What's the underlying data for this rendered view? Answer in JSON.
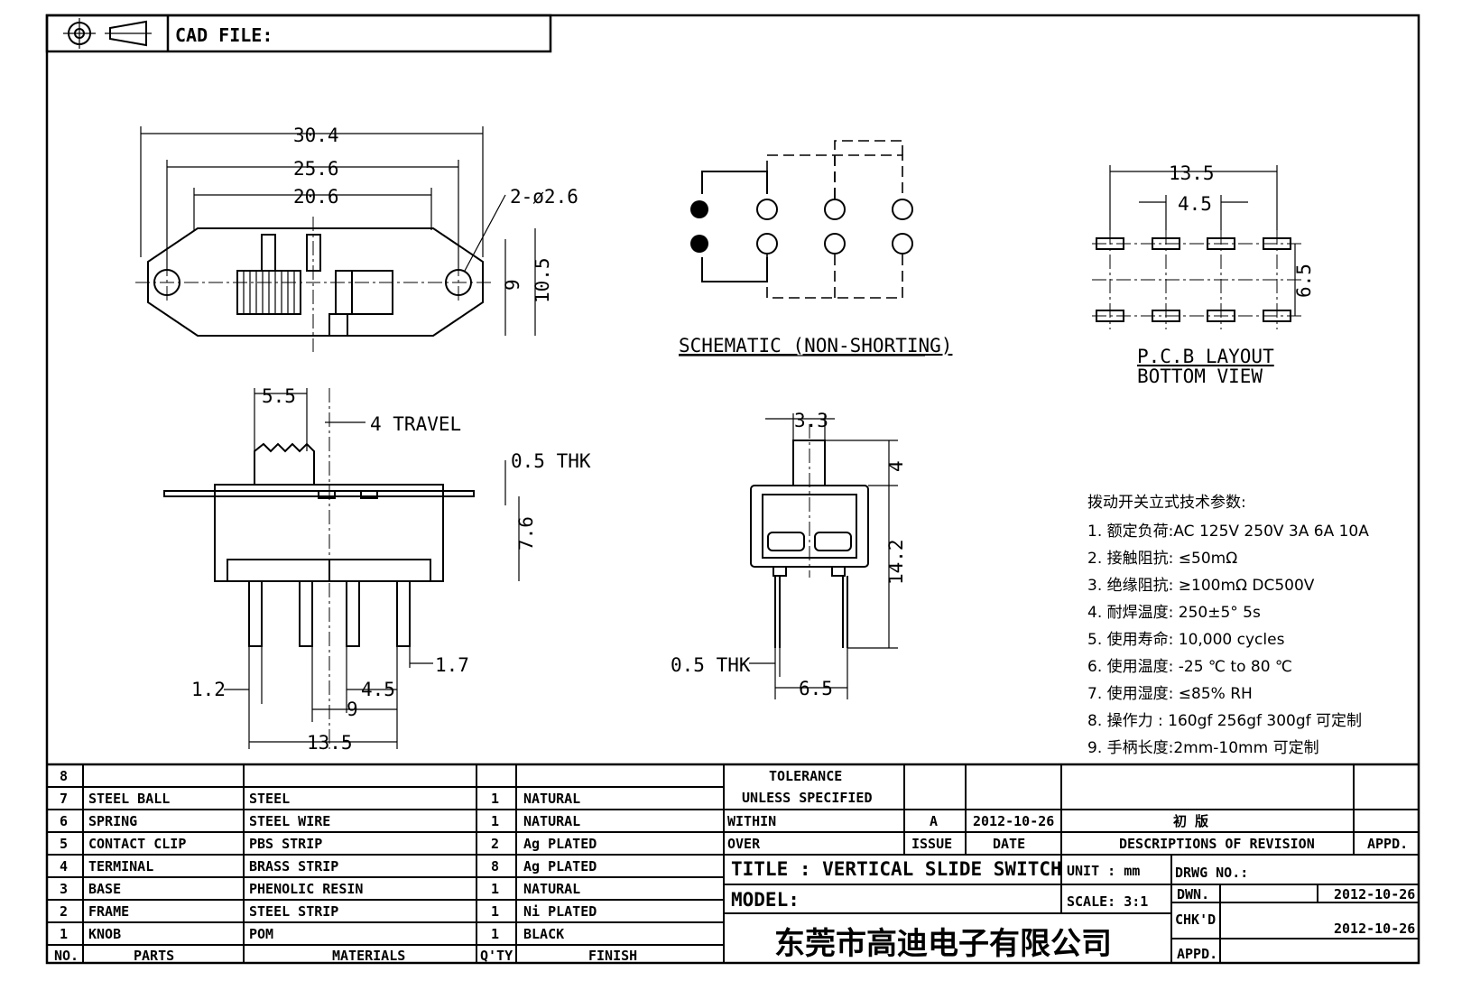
{
  "header": {
    "cad_file_label": "CAD FILE:"
  },
  "dims_top": {
    "d1": "30.4",
    "d2": "25.6",
    "d3": "20.6",
    "holes": "2-ø2.6",
    "h1": "9",
    "h2": "10.5"
  },
  "dims_side": {
    "d1": "5.5",
    "travel": "4  TRAVEL",
    "thk": "0.5  THK",
    "h": "7.6",
    "pin_w": "1.2",
    "d2": "4.5",
    "d3": "1.7",
    "d4": "9",
    "d5": "13.5"
  },
  "dims_end": {
    "w": "3.3",
    "h1": "4",
    "h2": "14.2",
    "thk": "0.5  THK",
    "w2": "6.5"
  },
  "schematic": {
    "caption": "SCHEMATIC (NON-SHORTING)"
  },
  "pcb": {
    "caption1": "P.C.B  LAYOUT",
    "caption2": "BOTTOM  VIEW",
    "d1": "13.5",
    "d2": "4.5",
    "d3": "6.5"
  },
  "specs": {
    "title": "拨动开关立式技术参数:",
    "items": [
      "1.  额定负荷:AC 125V 250V    3A    6A    10A",
      "2.  接触阻抗:  ≤50mΩ",
      "3.  绝缘阻抗:  ≥100mΩ   DC500V",
      "4.  耐焊温度: 250±5°  5s",
      "5.  使用寿命: 10,000 cycles",
      "6.  使用温度: -25  ℃  to 80  ℃",
      "7.  使用湿度:  ≤85% RH",
      "8.  操作力 : 160gf    256gf    300gf   可定制",
      "9.  手柄长度:2mm-10mm   可定制"
    ]
  },
  "bom": {
    "headers": {
      "no": "NO.",
      "parts": "PARTS",
      "materials": "MATERIALS",
      "qty": "Q'TY",
      "finish": "FINISH"
    },
    "rows": [
      {
        "no": "8",
        "part": "",
        "material": "",
        "qty": "",
        "finish": ""
      },
      {
        "no": "7",
        "part": "STEEL BALL",
        "material": "STEEL",
        "qty": "1",
        "finish": "NATURAL"
      },
      {
        "no": "6",
        "part": "SPRING",
        "material": "STEEL WIRE",
        "qty": "1",
        "finish": "NATURAL"
      },
      {
        "no": "5",
        "part": "CONTACT CLIP",
        "material": "PBS STRIP",
        "qty": "2",
        "finish": "Ag PLATED"
      },
      {
        "no": "4",
        "part": "TERMINAL",
        "material": "BRASS STRIP",
        "qty": "8",
        "finish": "Ag PLATED"
      },
      {
        "no": "3",
        "part": "BASE",
        "material": "PHENOLIC RESIN",
        "qty": "1",
        "finish": "NATURAL"
      },
      {
        "no": "2",
        "part": "FRAME",
        "material": "STEEL STRIP",
        "qty": "1",
        "finish": "Ni PLATED"
      },
      {
        "no": "1",
        "part": "KNOB",
        "material": "POM",
        "qty": "1",
        "finish": "BLACK"
      }
    ]
  },
  "titleblock": {
    "tolerance": "TOLERANCE",
    "unless": "UNLESS   SPECIFIED",
    "within": "WITHIN",
    "over": "OVER",
    "issue_val": "A",
    "date_val": "2012-10-26",
    "rev_val": "初  版",
    "issue_hdr": "ISSUE",
    "date_hdr": "DATE",
    "desc_hdr": "DESCRIPTIONS  OF  REVISION",
    "appd_hdr": "APPD.",
    "title": "TITLE :   VERTICAL  SLIDE  SWITCH",
    "unit": "UNIT :   mm",
    "drwg": "DRWG  NO.:",
    "model": "MODEL:",
    "scale": "SCALE:   3:1",
    "dwn": "DWN.",
    "dwn_date": "2012-10-26",
    "chkd": "CHK'D",
    "chkd_date": "2012-10-26",
    "appd": "APPD.",
    "company": "东莞市高迪电子有限公司"
  }
}
